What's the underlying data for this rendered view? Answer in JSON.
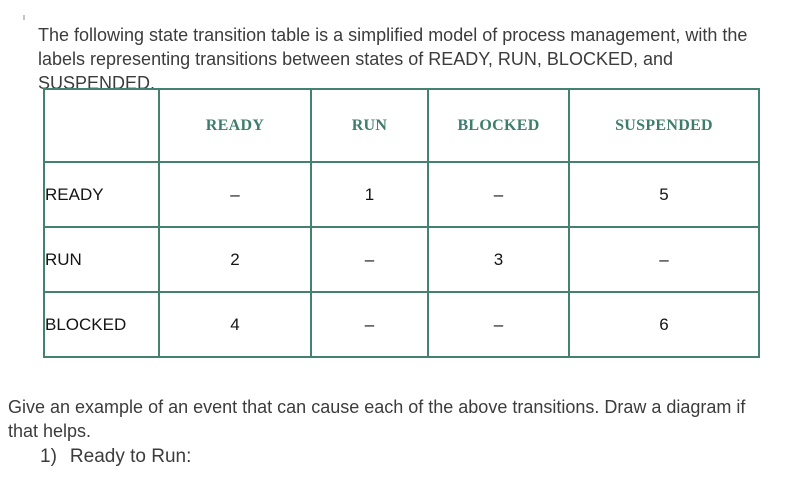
{
  "intro": {
    "text": "The following state transition table is a simplified model of process management, with the labels representing transitions between states of READY, RUN, BLOCKED, and SUSPENDED."
  },
  "table": {
    "column_headers": [
      "READY",
      "RUN",
      "BLOCKED",
      "SUSPENDED"
    ],
    "rows": [
      {
        "label": "READY",
        "cells": [
          "–",
          "1",
          "–",
          "5"
        ]
      },
      {
        "label": "RUN",
        "cells": [
          "2",
          "–",
          "3",
          "–"
        ]
      },
      {
        "label": "BLOCKED",
        "cells": [
          "4",
          "–",
          "–",
          "6"
        ]
      }
    ]
  },
  "instruction": {
    "text": "Give an example of an event that can cause each of the above transitions. Draw a diagram if that helps."
  },
  "question": {
    "number": "1)",
    "label": "Ready to Run:"
  },
  "colors": {
    "table_border": "#45816f",
    "table_header_text": "#3e7d6b",
    "body_text": "#3c3c3c",
    "cell_text": "#141414"
  }
}
